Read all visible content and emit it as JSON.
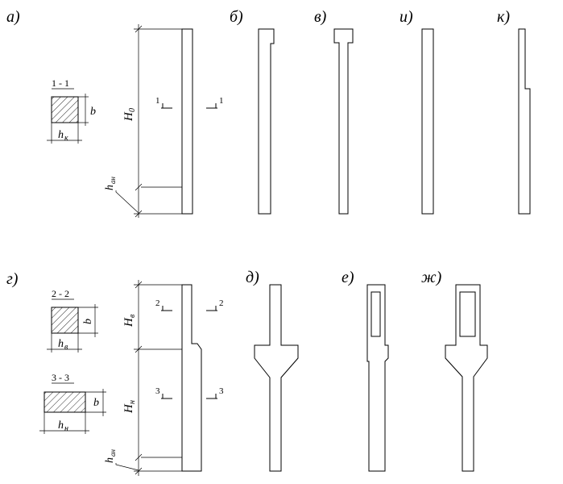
{
  "labels": {
    "a": "а)",
    "b": "б)",
    "v": "в)",
    "i": "и)",
    "k": "к)",
    "g": "г)",
    "d": "д)",
    "e": "е)",
    "zh": "ж)"
  },
  "section_titles": {
    "s11": "1 - 1",
    "s22": "2 - 2",
    "s33": "3 - 3"
  },
  "dimensions": {
    "b": "b",
    "hk_main": "h",
    "hk_sub": "к",
    "hv_main": "h",
    "hv_sub": "в",
    "hn_main": "h",
    "hn_sub": "н",
    "H0_main": "H",
    "H0_sub": "0",
    "Hv_main": "H",
    "Hv_sub": "в",
    "Hn_main": "H",
    "Hn_sub": "н",
    "han_main": "h",
    "han_sub": "ан"
  },
  "cut_marks": {
    "one": "1",
    "two": "2",
    "three": "3"
  }
}
